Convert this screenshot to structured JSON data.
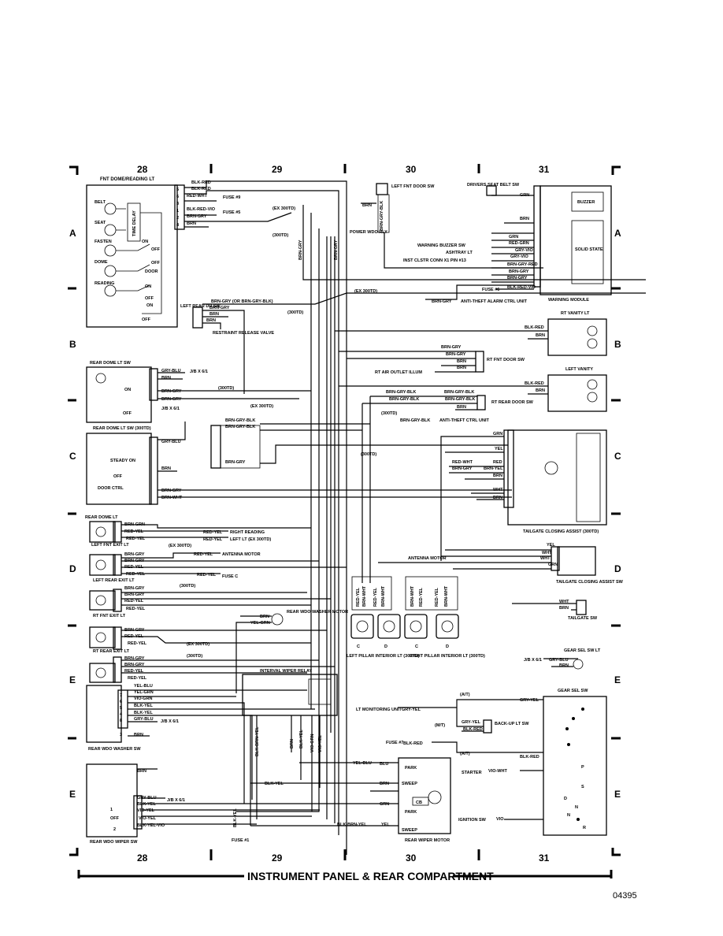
{
  "diagram": {
    "footer_title": "INSTRUMENT PANEL & REAR COMPARTMENT",
    "figure_id": "04395",
    "columns": [
      "28",
      "29",
      "30",
      "31"
    ],
    "rows": [
      "A",
      "B",
      "C",
      "D",
      "E",
      "E"
    ]
  },
  "components": {
    "fnt_dome": "FNT DOME/READING LT",
    "belt": "BELT",
    "seat": "SEAT",
    "fasten": "FASTEN",
    "dome": "DOME",
    "reading": "READING",
    "time_delay": "TIME DELAY",
    "on": "ON",
    "off": "OFF",
    "door": "DOOR",
    "fuse9": "FUSE #9",
    "fuse5": "FUSE #5",
    "ex300td": "(EX 300TD)",
    "t300td": "(300TD)",
    "left_fnt_door_sw": "LEFT FNT DOOR SW",
    "power_wdo_rly": "POWER WDO RLY",
    "drivers_seat_belt_sw": "DRIVERS SEAT BELT SW",
    "buzzer": "BUZZER",
    "solid_state": "SOLID STATE",
    "warning_buzzer_sw": "WARNING BUZZER SW",
    "ashtray_lt": "ASHTRAY LT",
    "inst_clstr": "INST CLSTR CONN X1 PIN #13",
    "fuse6": "FUSE #6",
    "warning_module": "WARNING MODULE",
    "anti_theft_alarm": "ANTI-THEFT ALARM CTRL UNIT",
    "left_rear_dr_sw": "LEFT REAR DR SW",
    "restraint": "RESTRAINT RELEASE VALVE",
    "rt_vanity": "RT VANITY LT",
    "left_vanity": "LEFT VANITY",
    "rt_fnt_door_sw": "RT FNT DOOR SW",
    "rt_air_outlet": "RT AIR OUTLET ILLUM",
    "rt_rear_door_sw": "RT REAR DOOR SW",
    "anti_theft_ctrl": "ANTI-THEFT CTRL UNIT",
    "rear_dome_lt_sw": "REAR DOME LT SW",
    "rear_dome_lt_sw_300": "REAR DOME LT SW (300TD)",
    "jb_x61": "J/B X 6/1",
    "steady_on": "STEADY ON",
    "door_ctrl": "DOOR CTRL",
    "tailgate_closing_assist": "TAILGATE CLOSING ASSIST (300TD)",
    "tailgate_closing_assist_sw": "TAILGATE CLOSING ASSIST SW",
    "tailgate_sw": "TAILGATE SW",
    "rear_dome_lt": "REAR DOME LT",
    "right_reading": "RIGHT READING",
    "left_reading": "LEFT LT (EX 300TD)",
    "left_fnt_exit_lt": "LEFT FNT EXIT LT",
    "antenna_motor": "ANTENNA MOTOR",
    "fuse_c": "FUSE C",
    "left_rear_exit_lt": "LEFT REAR EXIT LT",
    "rt_fnt_exit_lt": "RT FNT EXIT LT",
    "rear_wdo_washer_motor": "REAR WDO WASHER MOTOR",
    "rt_rear_exit_lt": "RT REAR EXIT LT",
    "left_pillar": "LEFT PILLAR INTERIOR LT (300TD)",
    "right_pillar": "RIGHT PILLAR INTERIOR LT (300TD)",
    "gear_sel_sw_lt": "GEAR SEL SW LT",
    "interval_wiper_relay": "INTERVAL WIPER RELAY",
    "lt_monitoring_unit": "LT MONITORING UNIT",
    "back_up_lt_sw": "BACK-UP LT SW",
    "gear_sel_sw": "GEAR SEL SW",
    "fuse7": "FUSE #7",
    "starter": "STARTER",
    "ignition_sw": "IGNITION SW",
    "rear_wdo_washer_sw": "REAR WDO WASHER SW",
    "rear_wdo_wiper_sw": "REAR WDO WIPER SW",
    "rear_wiper_motor": "REAR WIPER MOTOR",
    "park": "PARK",
    "sweep": "SWEEP",
    "cb": "CB",
    "fuse1": "FUSE #1",
    "at": "(A/T)",
    "mt": "(M/T)"
  },
  "wires": {
    "blk_red": "BLK-RED",
    "red_wht": "RED-WHT",
    "blk_red_vio": "BLK-RED-VIO",
    "brn_gry": "BRN-GRY",
    "brn": "BRN",
    "grn": "GRN",
    "red_grn": "RED-GRN",
    "gry_vio": "GRY-VIO",
    "brn_gry_red": "BRN-GRY-RED",
    "brn_gry_or": "BRN-GRY (OR BRN-GRY-BLK)",
    "brn_gry_blk": "BRN-GRY-BLK",
    "gry_blu": "GRY-BLU",
    "yel": "YEL",
    "red": "RED",
    "brn_yel": "BRN-YEL",
    "wht": "WHT",
    "brn_grn": "BRN-GRN",
    "red_yel": "RED-YEL",
    "yel_grn": "YEL-GRN",
    "yel_blu": "YEL-BLU",
    "vio_grn": "VIO-GRN",
    "blk_yel": "BLK-YEL",
    "gry_yel": "GRY-YEL",
    "vio_wht": "VIO-WHT",
    "vio": "VIO",
    "blk_brn_yel": "BLK-BRN-YEL",
    "blu": "BLU",
    "brn_wht": "BRN-WHT",
    "vio_yel": "VIO-YEL",
    "blk_yel_vio": "BLK-YEL-VIO"
  }
}
